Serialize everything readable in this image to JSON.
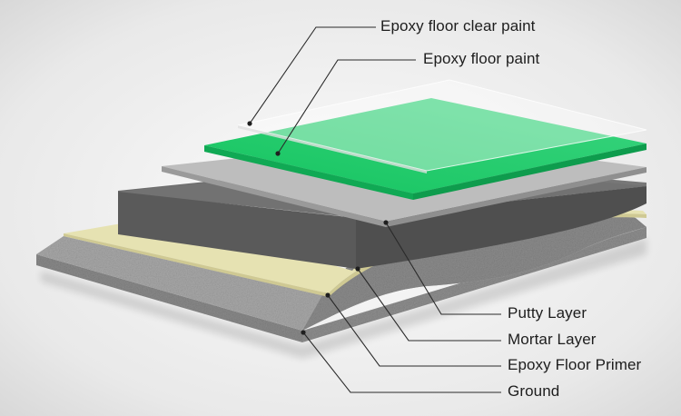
{
  "labels": {
    "clear_paint": "Epoxy floor clear paint",
    "floor_paint": "Epoxy floor paint",
    "putty": "Putty Layer",
    "mortar": "Mortar Layer",
    "primer": "Epoxy Floor Primer",
    "ground": "Ground"
  },
  "colors": {
    "floor_paint_green": "#1fcf6a",
    "clear_paint": "#eef0f0",
    "putty_gray": "#b8b8b8",
    "mortar_gray": "#6f6f6f",
    "primer_beige": "#e3dfae",
    "ground_concrete": "#9b9b9b",
    "leader_line": "#2a2a2a"
  }
}
